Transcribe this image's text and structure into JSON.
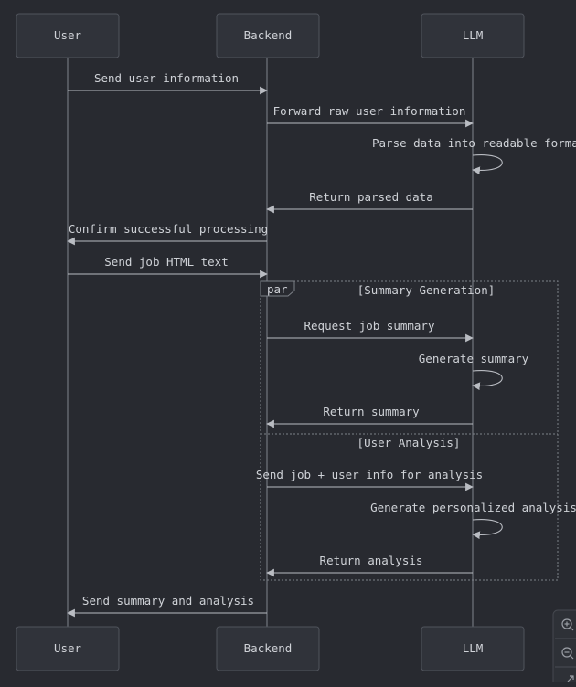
{
  "participants": [
    {
      "id": "user",
      "label": "User"
    },
    {
      "id": "backend",
      "label": "Backend"
    },
    {
      "id": "llm",
      "label": "LLM"
    }
  ],
  "messages": [
    {
      "from": "user",
      "to": "backend",
      "text": "Send user information"
    },
    {
      "from": "backend",
      "to": "llm",
      "text": "Forward raw user information"
    },
    {
      "from": "llm",
      "to": "llm",
      "text": "Parse data into readable format"
    },
    {
      "from": "llm",
      "to": "backend",
      "text": "Return parsed data"
    },
    {
      "from": "backend",
      "to": "user",
      "text": "Confirm successful processing"
    },
    {
      "from": "user",
      "to": "backend",
      "text": "Send job HTML text"
    },
    {
      "from": "backend",
      "to": "llm",
      "text": "Request job summary"
    },
    {
      "from": "llm",
      "to": "llm",
      "text": "Generate summary"
    },
    {
      "from": "llm",
      "to": "backend",
      "text": "Return summary"
    },
    {
      "from": "backend",
      "to": "llm",
      "text": "Send job + user info for analysis"
    },
    {
      "from": "llm",
      "to": "llm",
      "text": "Generate personalized analysis"
    },
    {
      "from": "llm",
      "to": "backend",
      "text": "Return analysis"
    },
    {
      "from": "backend",
      "to": "user",
      "text": "Send summary and analysis"
    }
  ],
  "par_block": {
    "keyword": "par",
    "sections": [
      "[Summary Generation]",
      "[User Analysis]"
    ]
  },
  "zoom_controls": {
    "zoom_in_icon": "zoom-in-icon",
    "zoom_out_icon": "zoom-out-icon",
    "expand_icon": "expand-icon"
  }
}
